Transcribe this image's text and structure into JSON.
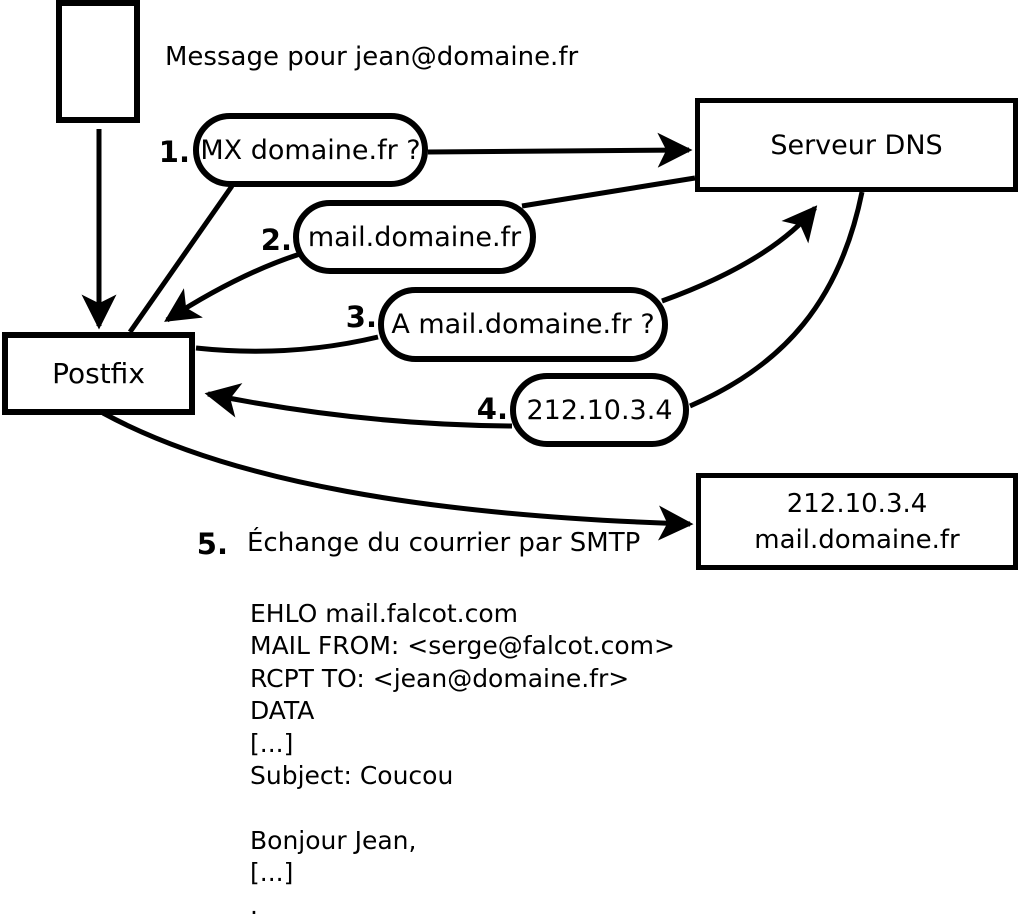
{
  "diagram": {
    "message_label": "Message pour jean@domaine.fr",
    "nodes": {
      "postfix": "Postfix",
      "dns_server": "Serveur DNS",
      "destination_line1": "212.10.3.4",
      "destination_line2": "mail.domaine.fr"
    },
    "steps": [
      {
        "num": "1.",
        "label": "MX domaine.fr ?"
      },
      {
        "num": "2.",
        "label": "mail.domaine.fr"
      },
      {
        "num": "3.",
        "label": "A mail.domaine.fr ?"
      },
      {
        "num": "4.",
        "label": "212.10.3.4"
      },
      {
        "num": "5.",
        "label": "Échange du courrier par SMTP"
      }
    ],
    "smtp_session": {
      "lines": [
        "EHLO mail.falcot.com",
        "MAIL FROM: <serge@falcot.com>",
        "RCPT TO: <jean@domaine.fr>",
        "DATA",
        "[...]",
        "Subject: Coucou",
        "",
        "Bonjour Jean,",
        "[...]",
        "."
      ]
    },
    "colors": {
      "stroke": "#000000",
      "background": "#ffffff"
    }
  }
}
